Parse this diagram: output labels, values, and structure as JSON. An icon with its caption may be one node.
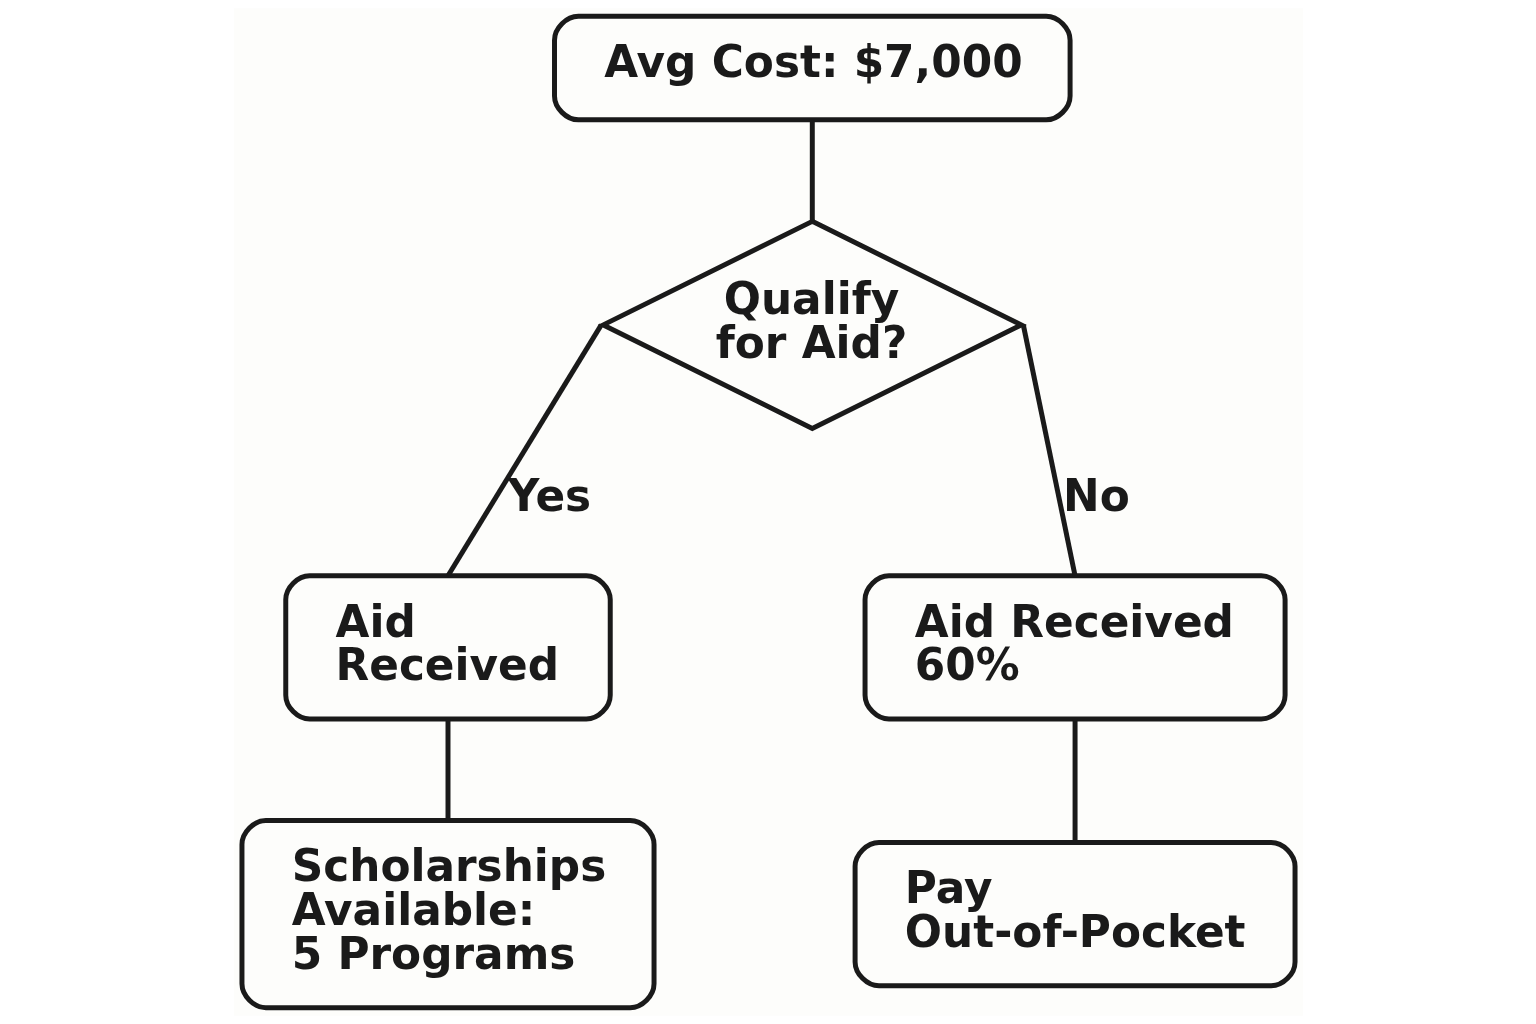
{
  "diagram": {
    "nodes": [
      {
        "text": [
          "Avg Cost: $7,000"
        ]
      },
      {
        "text": [
          "Qualify for Aid?"
        ]
      },
      {
        "text": [
          "Aid Received"
        ]
      },
      {
        "text": [
          "Aid Received 60%"
        ]
      },
      {
        "text": [
          "Scholarships Available: 5 Programs"
        ]
      },
      {
        "text": [
          "Pay Out-of-Pocket"
        ]
      }
    ],
    "edges": [
      {
        "from": 0,
        "to": 1,
        "arrow": "none"
      },
      {
        "from": 1,
        "to": 2,
        "label": "Yes",
        "arrow": "none"
      },
      {
        "from": 1,
        "to": 3,
        "label": "No",
        "arrow": "none"
      },
      {
        "from": 2,
        "to": 4,
        "arrow": "none"
      },
      {
        "from": 3,
        "to": 5,
        "arrow": "none"
      }
    ]
  }
}
